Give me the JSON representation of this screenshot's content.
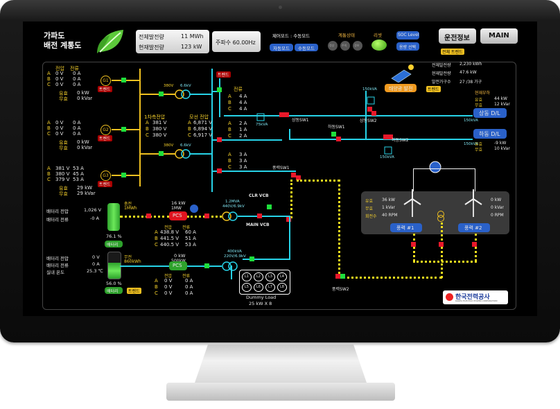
{
  "header": {
    "title_line1": "가파도",
    "title_line2": "배전 계통도",
    "total_gen_label": "전체발전량",
    "total_gen_value": "11 MWh",
    "current_gen_label": "현재발전량",
    "current_gen_value": "123 kW",
    "frequency_label": "주파수 60.00Hz",
    "control_mode_label": "제어모드 : 수동모드",
    "auto_mode_btn": "자동모드",
    "manual_mode_btn": "수동모드",
    "grid_status_label": "계통상태",
    "status_indicators": [
      "정상",
      "주의",
      "경보"
    ],
    "reset_label": "리셋",
    "soc_level_btn": "SOC Level",
    "soc_select_btn": "용량 선택",
    "operation_info_btn": "운전정보",
    "main_btn": "MAIN",
    "all_trend_tag": "전체 트렌드"
  },
  "left_table": {
    "headers": [
      "전압",
      "전류"
    ],
    "gen1": {
      "rows": [
        [
          "A",
          "0 V",
          "0 A"
        ],
        [
          "B",
          "0 V",
          "0 A"
        ],
        [
          "C",
          "0 V",
          "0 A"
        ]
      ],
      "active": "0 kW",
      "reactive": "0 kVar",
      "label": "G1"
    },
    "gen2": {
      "rows": [
        [
          "A",
          "0 V",
          "0 A"
        ],
        [
          "B",
          "0 V",
          "0 A"
        ],
        [
          "C",
          "0 V",
          "0 A"
        ]
      ],
      "active": "0 kW",
      "reactive": "0 kVar",
      "label": "G2"
    },
    "gen3": {
      "rows": [
        [
          "A",
          "381 V",
          "53 A"
        ],
        [
          "B",
          "380 V",
          "45 A"
        ],
        [
          "C",
          "379 V",
          "53 A"
        ]
      ],
      "active": "29 kW",
      "reactive": "29 kVar",
      "label": "G3"
    },
    "active_label": "유효",
    "reactive_label": "무효",
    "trend": "트렌드"
  },
  "primary": {
    "label": "1차측전압",
    "rows": [
      [
        "A",
        "381 V"
      ],
      [
        "B",
        "380 V"
      ],
      [
        "C",
        "380 V"
      ]
    ],
    "tr_rating": "380V",
    "tr_rating2": "6.6kV"
  },
  "bus": {
    "label": "모선 전압",
    "rows": [
      [
        "A",
        "6,871 V"
      ],
      [
        "B",
        "6,894 V"
      ],
      [
        "C",
        "6,917 V"
      ]
    ],
    "trend": "트렌드"
  },
  "feeder1": {
    "label": "전류",
    "rows": [
      [
        "A",
        "4 A"
      ],
      [
        "B",
        "4 A"
      ],
      [
        "C",
        "4 A"
      ]
    ]
  },
  "feeder2": {
    "rows": [
      [
        "A",
        "2 A"
      ],
      [
        "B",
        "1 A"
      ],
      [
        "C",
        "2 A"
      ]
    ],
    "tr": "75kVA"
  },
  "feeder3": {
    "rows": [
      [
        "A",
        "3 A"
      ],
      [
        "B",
        "3 A"
      ],
      [
        "C",
        "3 A"
      ]
    ]
  },
  "switches": {
    "up_sw1": "상동SW1",
    "up_sw2": "상동SW2",
    "down_sw1": "하동SW1",
    "down_sw2": "하동SW2",
    "wind_sw1": "풍력SW1",
    "wind_sw2": "풍력SW2",
    "tr_up": "150kVA",
    "tr_down": "150kVA"
  },
  "solar": {
    "button": "태양광 발전",
    "trend": "트렌드",
    "total_label": "전체발전량",
    "total_value": "2,230 kWh",
    "current_label": "현재발전량",
    "current_value": "47.6 kW",
    "homes_label": "발전가구수",
    "homes_value": "27 /38 가구"
  },
  "load": {
    "title": "현재부하",
    "up_active": "44 kW",
    "up_reactive": "12 kVar",
    "up_button": "상동 D/L",
    "down_active": "-9 kW",
    "down_reactive": "10 kVar",
    "down_button": "하동 D/L",
    "up_tr": "150kVA",
    "down_tr": "150kVA",
    "active_label": "유효",
    "reactive_label": "무효"
  },
  "wind": {
    "w1_active": "36 kW",
    "w1_reactive": "1 kVar",
    "w1_rpm": "40 RPM",
    "w2_active": "0 kW",
    "w2_reactive": "0 kVar",
    "w2_rpm": "0 RPM",
    "active_label": "유효",
    "reactive_label": "무효",
    "rpm_label": "회전수",
    "w1_button": "풍력 #1",
    "w2_button": "풍력 #2"
  },
  "bess1": {
    "voltage_label": "배터리 전압",
    "voltage_value": "1,026 V",
    "current_label": "배터리 전류",
    "current_value": "-0 A",
    "charge_label": "충전",
    "capacity": "1MWh",
    "soc": "76.1 %",
    "btn": "배터리",
    "pcs_power": "16 kW",
    "pcs_rating": "1MW",
    "pcs": "PCS",
    "tr": "1.2MVA",
    "tr2": "440V/6.9kV",
    "clr": "CLR VCB",
    "main_vcb": "MAIN VCB",
    "rows": [
      [
        "A",
        "438.8 V",
        "60 A"
      ],
      [
        "B",
        "441.5 V",
        "51 A"
      ],
      [
        "C",
        "440.5 V",
        "53 A"
      ]
    ],
    "col_headers": [
      "전압",
      "전류"
    ]
  },
  "bess2": {
    "voltage_label": "배터리 전압",
    "voltage_value": "0 V",
    "current_label": "배터리 전류",
    "current_value": "0 A",
    "temp_label": "실내 온도",
    "temp_value": "25.3 ℃",
    "charge_label": "무전",
    "capacity": "860kWh",
    "soc": "56.0 %",
    "btn": "배터리",
    "pcs_power": "0 kW",
    "pcs_rating": "500kW",
    "pcs": "PCS",
    "tr": "400kVA",
    "tr2": "220V/6.9kV",
    "rows": [
      [
        "A",
        "0 V",
        "0 A"
      ],
      [
        "B",
        "0 V",
        "0 A"
      ],
      [
        "C",
        "0 V",
        "0 A"
      ]
    ],
    "col_headers": [
      "전압",
      "전류"
    ],
    "trend": "트렌드"
  },
  "dummy": {
    "cells": [
      "L1",
      "L2",
      "L3",
      "L4",
      "L5",
      "L6",
      "L7",
      "L8"
    ],
    "label1": "Dummy Load",
    "label2": "25 kW X 8"
  },
  "logo": {
    "name": "한국전력공사",
    "sub": "KOREA ELECTRIC POWER CORPORATION"
  },
  "colors": {
    "bus_yellow": "#f0c020",
    "bus_cyan": "#27d3e8",
    "switch_on": "#1fe03c",
    "switch_off": "#e8182a",
    "button_blue": "#2a61c9"
  }
}
